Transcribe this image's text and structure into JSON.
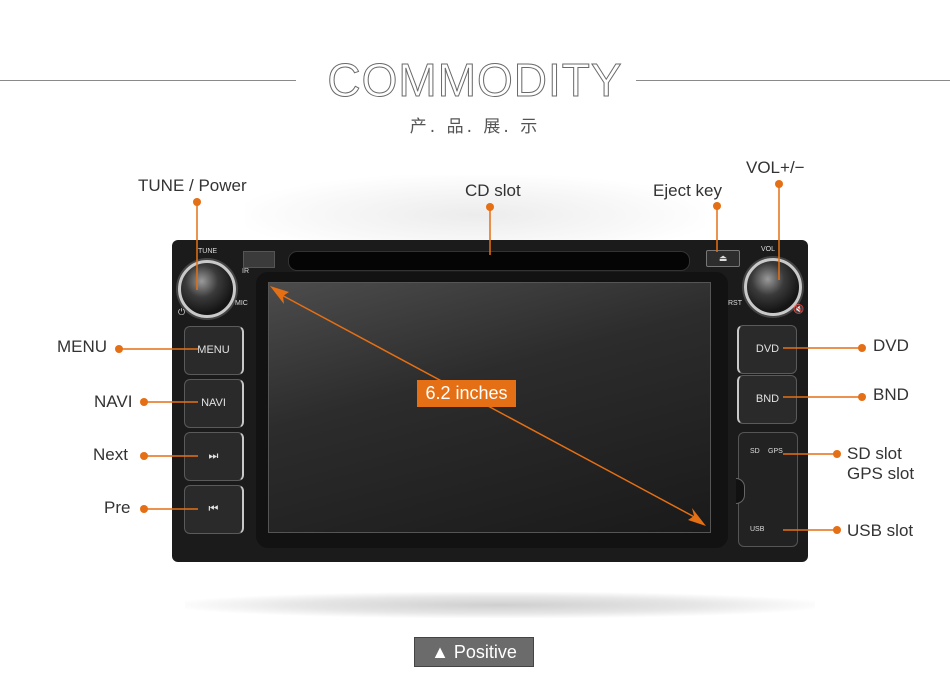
{
  "header": {
    "title": "COMMODITY",
    "subtitle": "产. 品. 展. 示"
  },
  "callouts": {
    "tune_power": "TUNE / Power",
    "cd_slot": "CD slot",
    "eject_key": "Eject key",
    "vol": "VOL+/−",
    "menu": "MENU",
    "navi": "NAVI",
    "next": "Next",
    "pre": "Pre",
    "dvd": "DVD",
    "bnd": "BND",
    "sd_slot": "SD slot",
    "gps_slot": "GPS slot",
    "usb_slot": "USB slot"
  },
  "device": {
    "screen_size": "6.2 inches",
    "knob_left_label": "TUNE",
    "knob_right_label": "VOL",
    "ir_label": "IR",
    "mic_label": "MIC",
    "rst_label": "RST",
    "buttons_left": [
      "MENU",
      "NAVI",
      "⏭",
      "⏮"
    ],
    "buttons_right": [
      "DVD",
      "BND"
    ],
    "sd_label": "SD",
    "gps_label": "GPS",
    "usb_label": "USB",
    "eject_glyph": "⏏",
    "power_glyph": "⏻",
    "mute_glyph": "🔇"
  },
  "footer": {
    "view_label": "▲ Positive"
  },
  "colors": {
    "accent": "#e56f14",
    "device_body": "#1b1b1b",
    "badge_bg": "#6b6b6b"
  }
}
